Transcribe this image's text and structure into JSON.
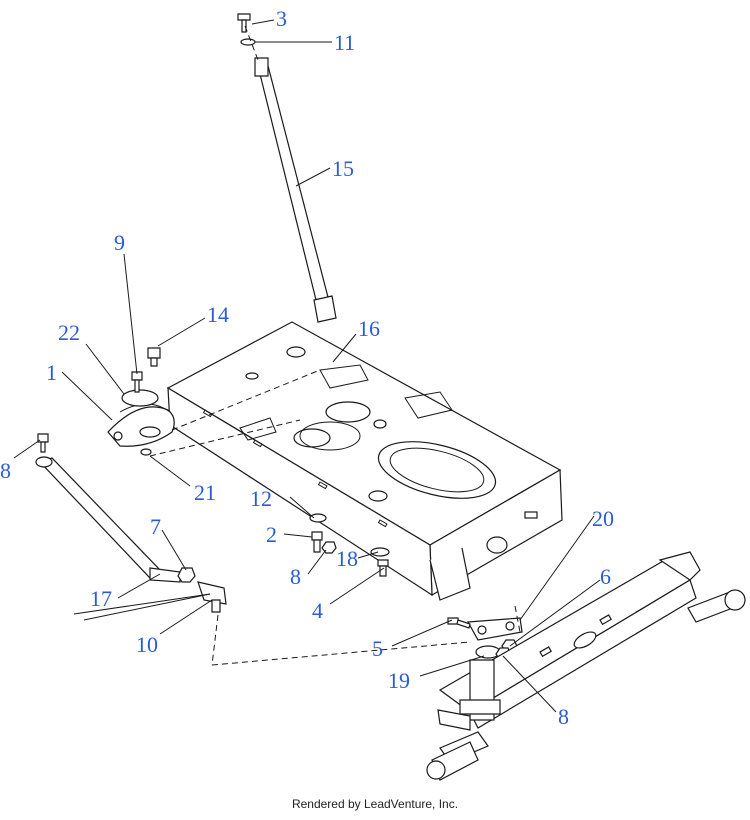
{
  "diagram": {
    "callouts": {
      "p3": "3",
      "p11": "11",
      "p15": "15",
      "p9": "9",
      "p14": "14",
      "p22": "22",
      "p16": "16",
      "p1": "1",
      "p8a": "8",
      "p21": "21",
      "p12": "12",
      "p2": "2",
      "p7": "7",
      "p8b": "8",
      "p18": "18",
      "p20": "20",
      "p17": "17",
      "p4": "4",
      "p6": "6",
      "p10": "10",
      "p5": "5",
      "p19": "19",
      "p8c": "8"
    },
    "watermark": "LEADVENTURE",
    "callout_color": "#2a5bd7"
  },
  "footer": {
    "credit": "Rendered by LeadVenture, Inc."
  }
}
